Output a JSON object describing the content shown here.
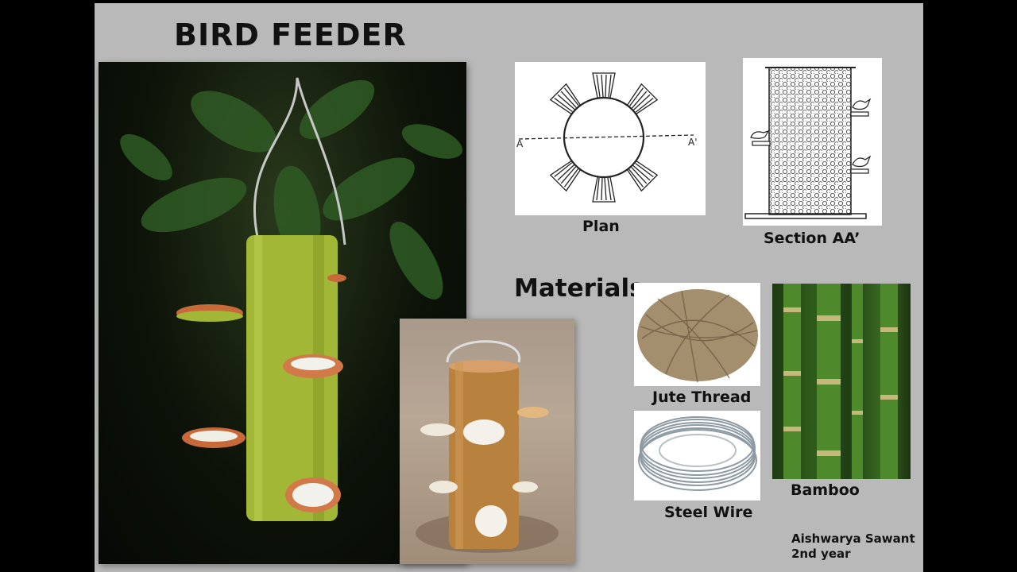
{
  "slide": {
    "title": "BIRD FEEDER",
    "drawings": {
      "plan_caption": "Plan",
      "plan_marker_left": "A",
      "plan_marker_right": "A'",
      "section_caption": "Section AA’"
    },
    "materials_heading": "Materials:",
    "materials": [
      {
        "label": "Jute Thread",
        "icon": "jute-ball-icon"
      },
      {
        "label": "Steel Wire",
        "icon": "wire-coil-icon"
      },
      {
        "label": "Bamboo",
        "icon": "bamboo-icon"
      }
    ],
    "author": {
      "name": "Aishwarya Sawant",
      "year": "2nd year"
    }
  },
  "colors": {
    "background": "#b9b9b9",
    "bamboo_green": "#a3b736",
    "text": "#111111"
  }
}
